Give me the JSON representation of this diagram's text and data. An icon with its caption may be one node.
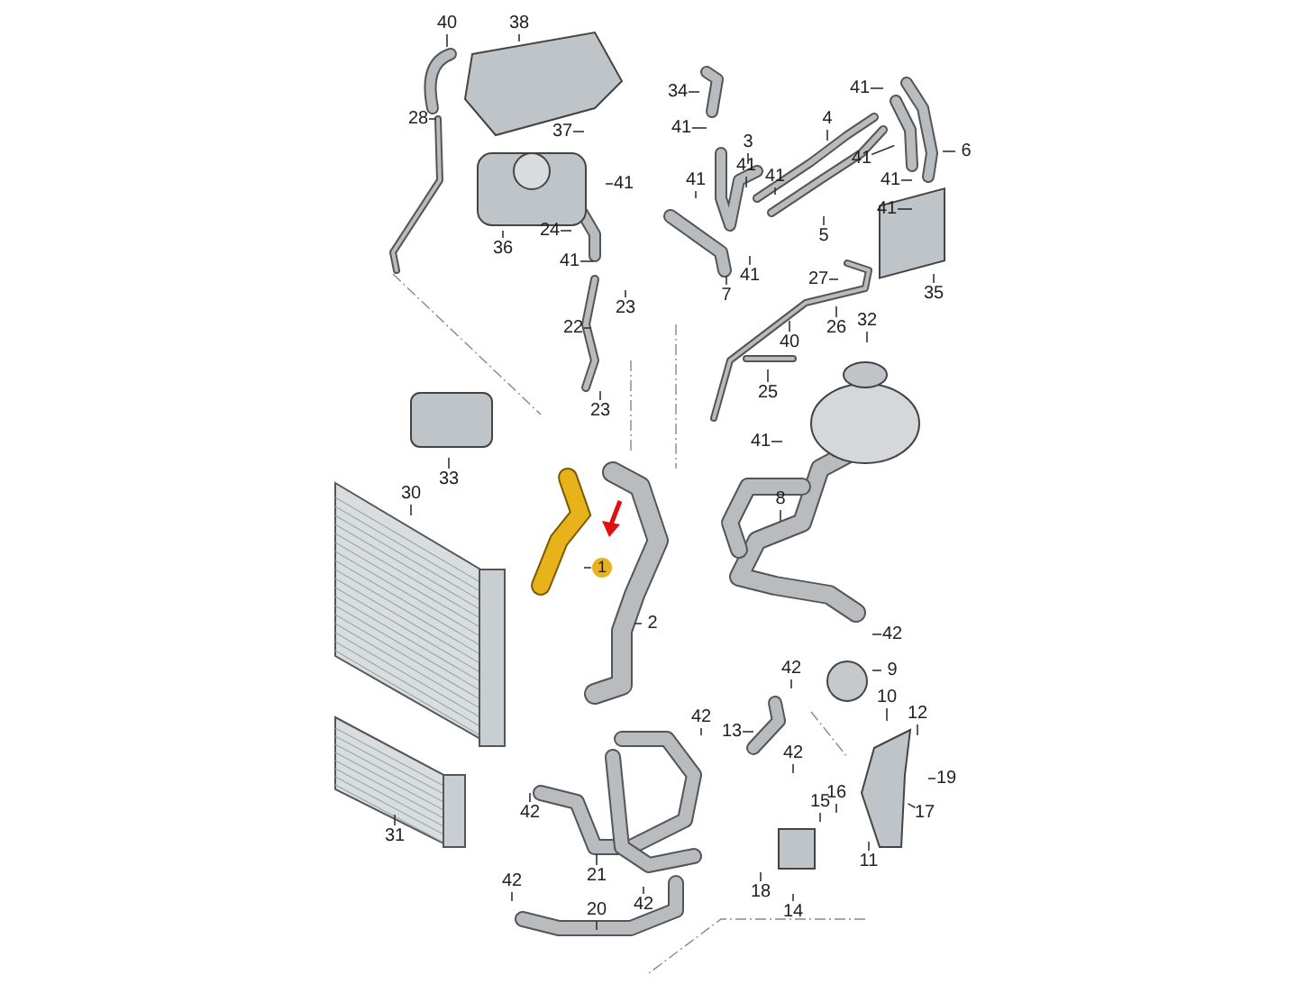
{
  "diagram": {
    "nodes": [
      {
        "text": [
          "40"
        ]
      },
      {
        "text": [
          "38"
        ]
      },
      {
        "text": [
          "28"
        ]
      },
      {
        "text": [
          "34"
        ]
      },
      {
        "text": [
          "41"
        ]
      },
      {
        "text": [
          "3"
        ]
      },
      {
        "text": [
          "4"
        ]
      },
      {
        "text": [
          "41"
        ]
      },
      {
        "text": [
          "41"
        ]
      },
      {
        "text": [
          "6"
        ]
      },
      {
        "text": [
          "41"
        ]
      },
      {
        "text": [
          "41"
        ]
      },
      {
        "text": [
          "41"
        ]
      },
      {
        "text": [
          "41"
        ]
      },
      {
        "text": [
          "41"
        ]
      },
      {
        "text": [
          "37"
        ]
      },
      {
        "text": [
          "41"
        ]
      },
      {
        "text": [
          "36"
        ]
      },
      {
        "text": [
          "24"
        ]
      },
      {
        "text": [
          "41"
        ]
      },
      {
        "text": [
          "5"
        ]
      },
      {
        "text": [
          "7"
        ]
      },
      {
        "text": [
          "41"
        ]
      },
      {
        "text": [
          "40"
        ]
      },
      {
        "text": [
          "27"
        ]
      },
      {
        "text": [
          "35"
        ]
      },
      {
        "text": [
          "26"
        ]
      },
      {
        "text": [
          "32"
        ]
      },
      {
        "text": [
          "23"
        ]
      },
      {
        "text": [
          "22"
        ]
      },
      {
        "text": [
          "25"
        ]
      },
      {
        "text": [
          "23"
        ]
      },
      {
        "text": [
          "41"
        ]
      },
      {
        "text": [
          "33"
        ]
      },
      {
        "text": [
          "30"
        ]
      },
      {
        "text": [
          "8"
        ]
      },
      {
        "text": [
          "1"
        ]
      },
      {
        "text": [
          "2"
        ]
      },
      {
        "text": [
          "42"
        ]
      },
      {
        "text": [
          "9"
        ]
      },
      {
        "text": [
          "42"
        ]
      },
      {
        "text": [
          "10"
        ]
      },
      {
        "text": [
          "12"
        ]
      },
      {
        "text": [
          "13"
        ]
      },
      {
        "text": [
          "42"
        ]
      },
      {
        "text": [
          "42"
        ]
      },
      {
        "text": [
          "16"
        ]
      },
      {
        "text": [
          "15"
        ]
      },
      {
        "text": [
          "19"
        ]
      },
      {
        "text": [
          "17"
        ]
      },
      {
        "text": [
          "42"
        ]
      },
      {
        "text": [
          "31"
        ]
      },
      {
        "text": [
          "21"
        ]
      },
      {
        "text": [
          "11"
        ]
      },
      {
        "text": [
          "42"
        ]
      },
      {
        "text": [
          "18"
        ]
      },
      {
        "text": [
          "14"
        ]
      },
      {
        "text": [
          "42"
        ]
      },
      {
        "text": [
          "20"
        ]
      }
    ],
    "edges": [
      {
        "from": 0,
        "to": null,
        "arrow": "none"
      },
      {
        "from": 1,
        "to": null,
        "arrow": "none"
      },
      {
        "from": 2,
        "to": null,
        "arrow": "none"
      },
      {
        "from": 3,
        "to": null,
        "arrow": "none"
      },
      {
        "from": 4,
        "to": null,
        "arrow": "none"
      },
      {
        "from": 5,
        "to": null,
        "arrow": "none"
      },
      {
        "from": 6,
        "to": null,
        "arrow": "none"
      },
      {
        "from": 7,
        "to": null,
        "arrow": "none"
      },
      {
        "from": 8,
        "to": null,
        "arrow": "none"
      },
      {
        "from": 9,
        "to": null,
        "arrow": "none"
      },
      {
        "from": 10,
        "to": null,
        "arrow": "none"
      },
      {
        "from": 11,
        "to": null,
        "arrow": "none"
      },
      {
        "from": 12,
        "to": null,
        "arrow": "none"
      },
      {
        "from": 13,
        "to": null,
        "arrow": "none"
      },
      {
        "from": 14,
        "to": null,
        "arrow": "none"
      },
      {
        "from": 15,
        "to": null,
        "arrow": "none"
      },
      {
        "from": 16,
        "to": null,
        "arrow": "none"
      },
      {
        "from": 17,
        "to": null,
        "arrow": "none"
      },
      {
        "from": 18,
        "to": null,
        "arrow": "none"
      },
      {
        "from": 19,
        "to": null,
        "arrow": "none"
      },
      {
        "from": 20,
        "to": null,
        "arrow": "none"
      },
      {
        "from": 21,
        "to": null,
        "arrow": "none"
      },
      {
        "from": 22,
        "to": null,
        "arrow": "none"
      },
      {
        "from": 23,
        "to": null,
        "arrow": "none"
      },
      {
        "from": 24,
        "to": null,
        "arrow": "none"
      },
      {
        "from": 25,
        "to": null,
        "arrow": "none"
      },
      {
        "from": 26,
        "to": null,
        "arrow": "none"
      },
      {
        "from": 27,
        "to": null,
        "arrow": "none"
      },
      {
        "from": 28,
        "to": null,
        "arrow": "none"
      },
      {
        "from": 29,
        "to": null,
        "arrow": "none"
      },
      {
        "from": 30,
        "to": null,
        "arrow": "none"
      },
      {
        "from": 31,
        "to": null,
        "arrow": "none"
      },
      {
        "from": 32,
        "to": null,
        "arrow": "none"
      },
      {
        "from": 33,
        "to": null,
        "arrow": "none"
      },
      {
        "from": 34,
        "to": null,
        "arrow": "none"
      },
      {
        "from": 35,
        "to": null,
        "arrow": "none"
      },
      {
        "from": 36,
        "to": null,
        "arrow": "none"
      },
      {
        "from": 37,
        "to": null,
        "arrow": "none"
      },
      {
        "from": 38,
        "to": null,
        "arrow": "none"
      },
      {
        "from": 39,
        "to": null,
        "arrow": "none"
      },
      {
        "from": 40,
        "to": null,
        "arrow": "none"
      },
      {
        "from": 41,
        "to": null,
        "arrow": "none"
      },
      {
        "from": 42,
        "to": null,
        "arrow": "none"
      },
      {
        "from": 43,
        "to": null,
        "arrow": "none"
      },
      {
        "from": 44,
        "to": null,
        "arrow": "none"
      },
      {
        "from": 45,
        "to": null,
        "arrow": "none"
      },
      {
        "from": 46,
        "to": null,
        "arrow": "none"
      },
      {
        "from": 47,
        "to": null,
        "arrow": "none"
      },
      {
        "from": 48,
        "to": null,
        "arrow": "none"
      },
      {
        "from": 49,
        "to": null,
        "arrow": "none"
      },
      {
        "from": 50,
        "to": null,
        "arrow": "none"
      },
      {
        "from": 51,
        "to": null,
        "arrow": "none"
      },
      {
        "from": 52,
        "to": null,
        "arrow": "none"
      },
      {
        "from": 53,
        "to": null,
        "arrow": "none"
      },
      {
        "from": 54,
        "to": null,
        "arrow": "none"
      },
      {
        "from": 55,
        "to": null,
        "arrow": "none"
      },
      {
        "from": 56,
        "to": null,
        "arrow": "none"
      },
      {
        "from": 57,
        "to": null,
        "arrow": "none"
      },
      {
        "from": 58,
        "to": null,
        "arrow": "none"
      }
    ]
  }
}
